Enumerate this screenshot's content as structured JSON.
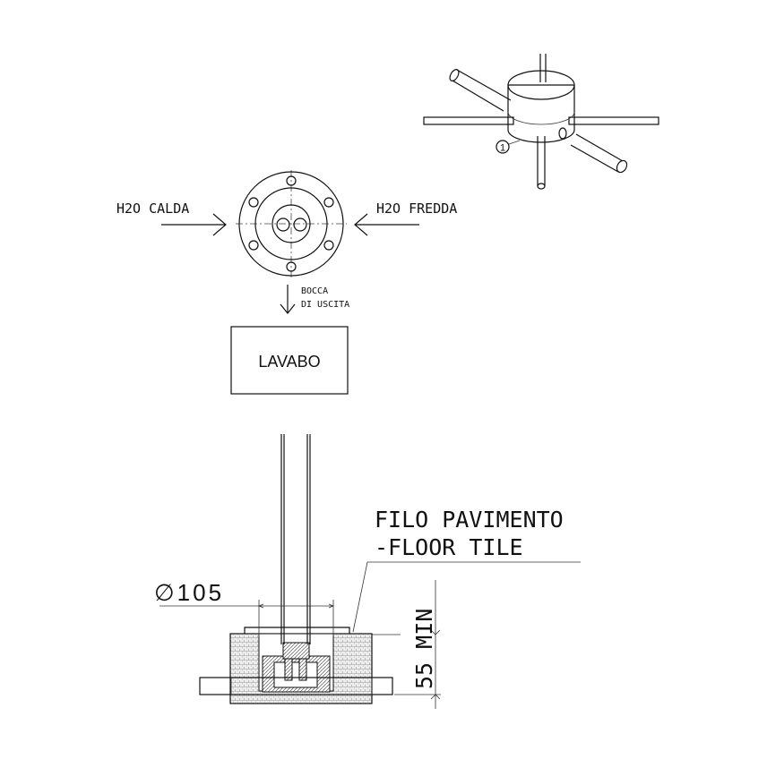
{
  "top_view": {
    "hot_label": "H2O CALDA",
    "cold_label": "H2O FREDDA",
    "outlet_label_line1": "BOCCA",
    "outlet_label_line2": "DI USCITA",
    "basin_label": "LAVABO"
  },
  "isometric": {
    "callout": "1"
  },
  "section": {
    "floor_label_line1": "FILO PAVIMENTO",
    "floor_label_line2": "-FLOOR TILE",
    "diameter_label": "∅105",
    "depth_label": "55 MIN"
  }
}
